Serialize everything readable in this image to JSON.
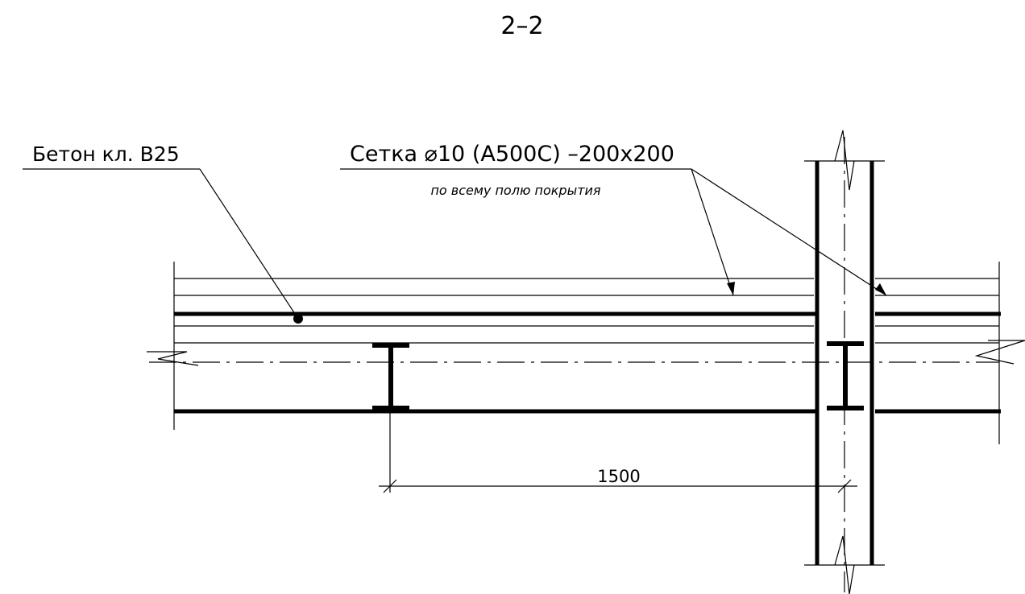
{
  "section_title": "2–2",
  "label_concrete": "Бетон кл. В25",
  "label_mesh": "Сетка ⌀10 (А500С) –200х200",
  "label_mesh_sub": "по всему полю покрытия",
  "dimension_value": "1500"
}
